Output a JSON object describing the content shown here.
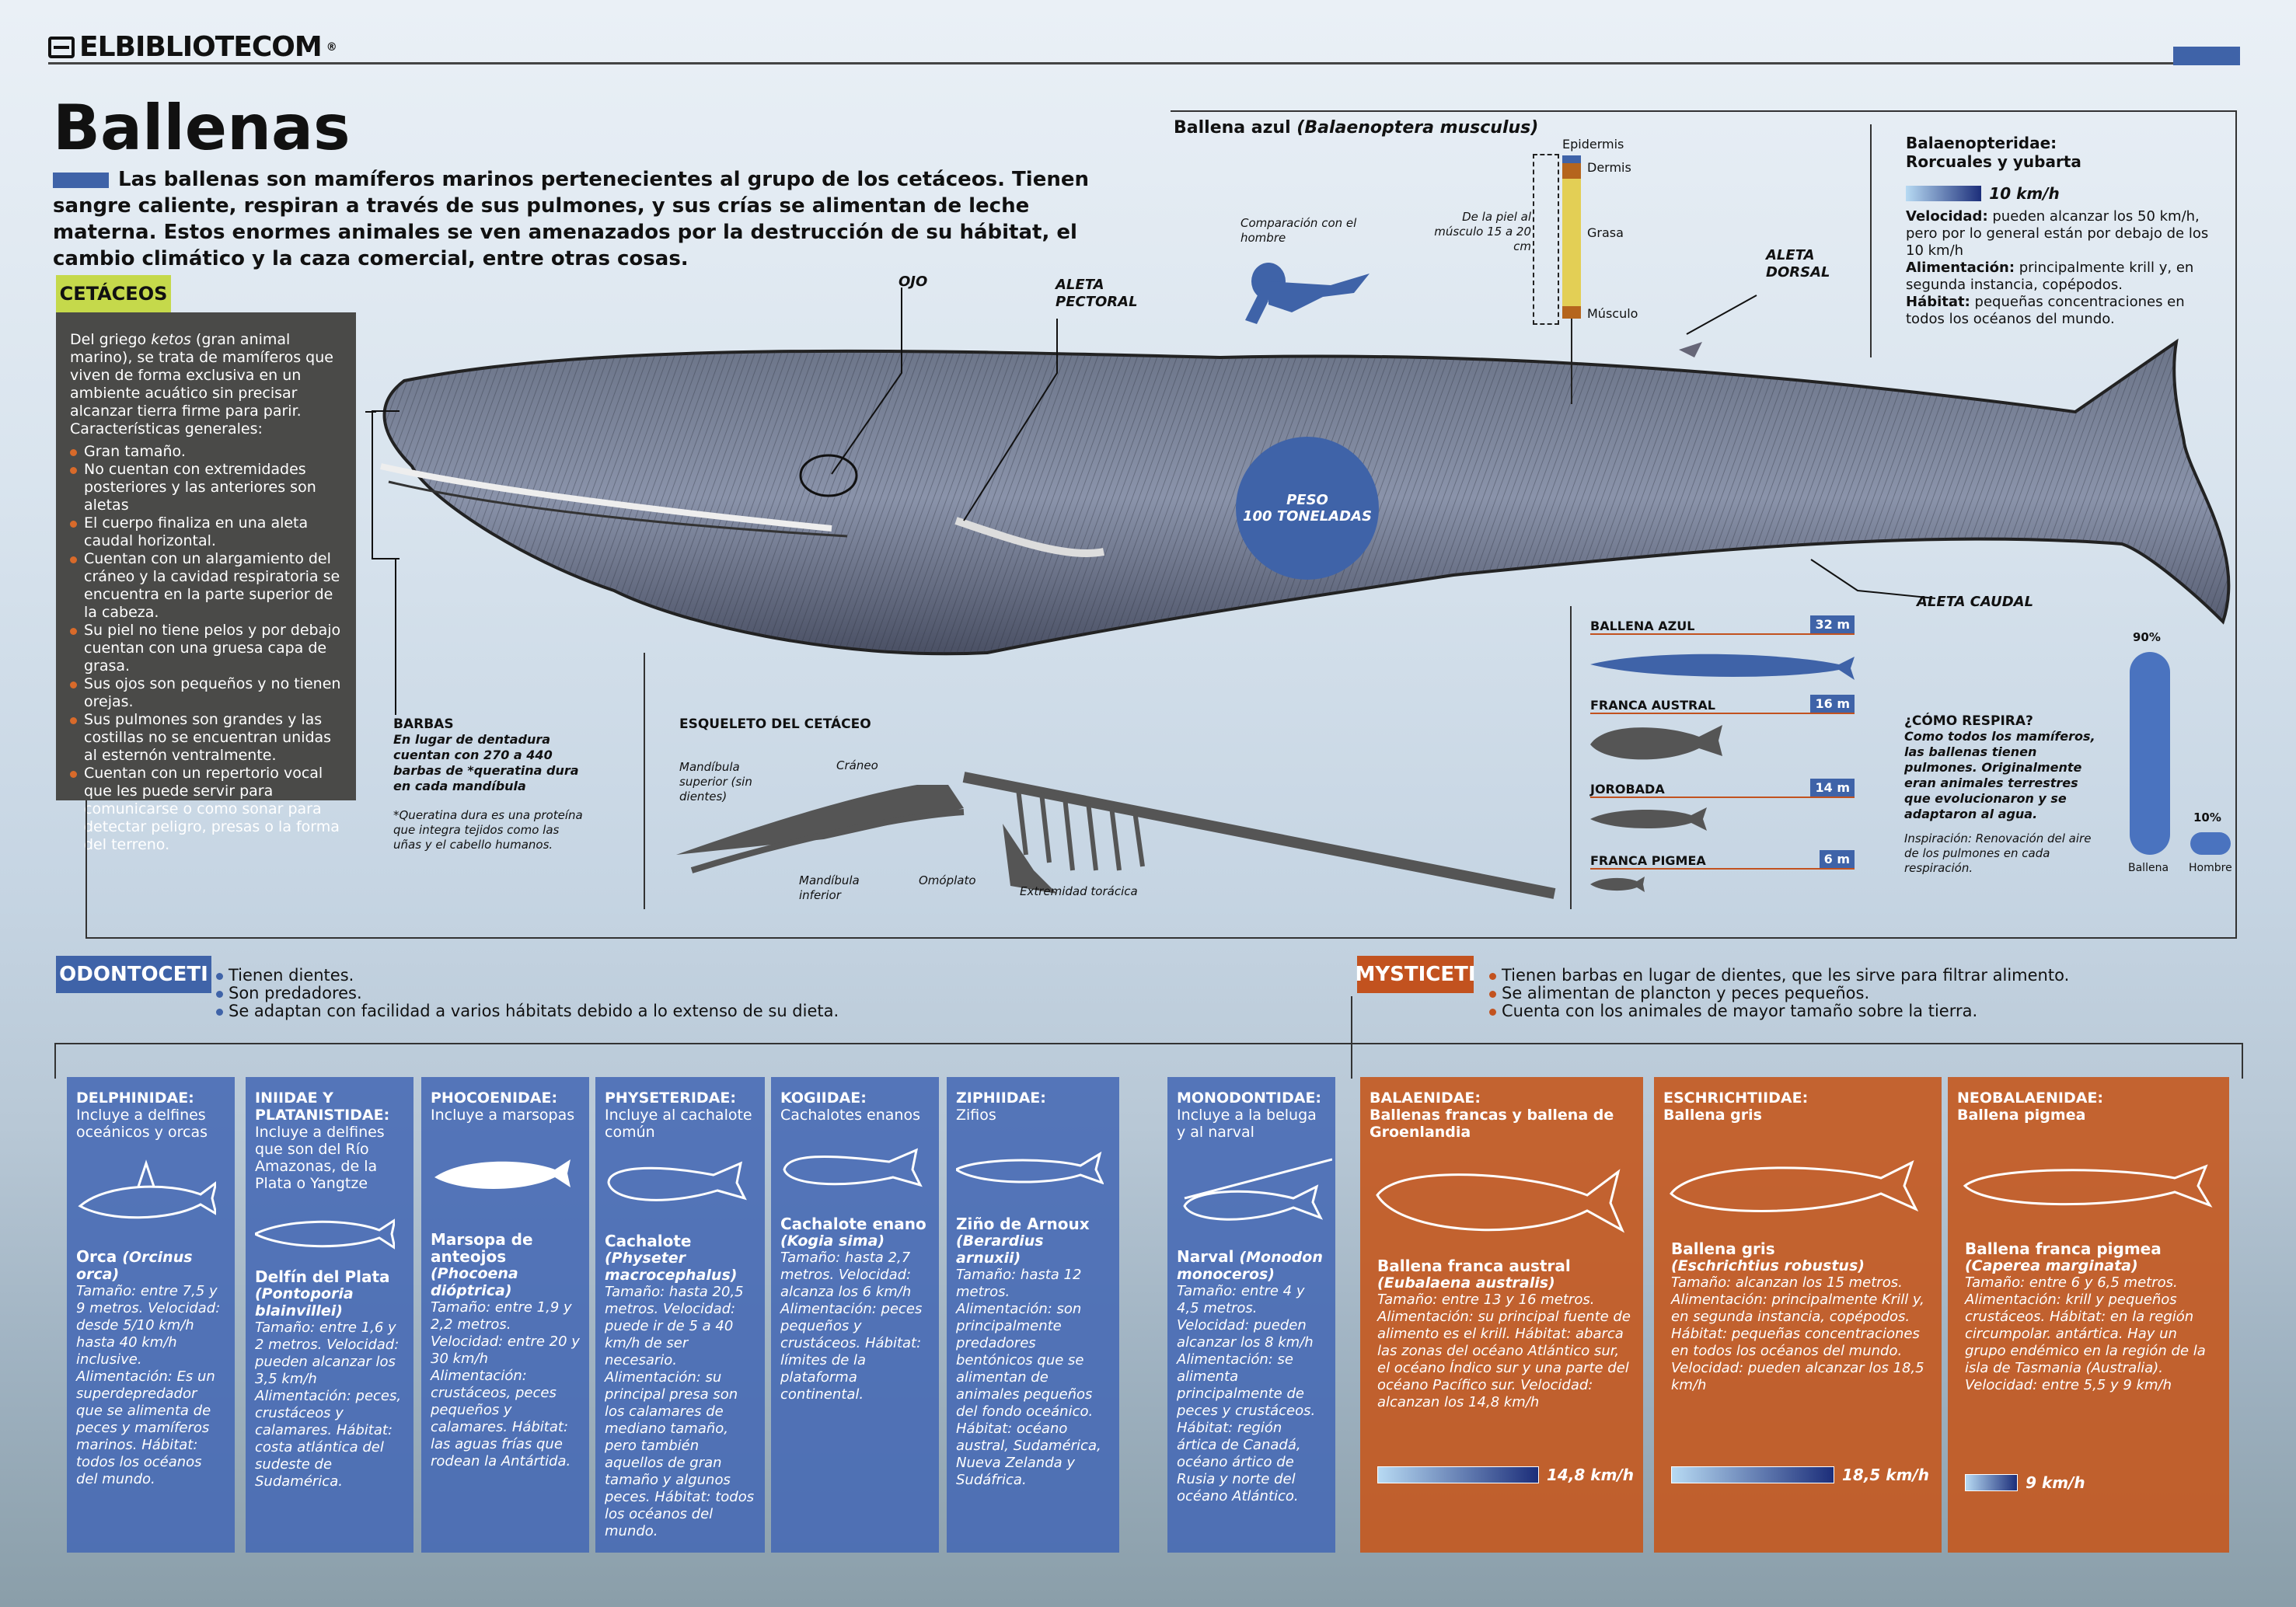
{
  "brand": "ELBIBLIOTECOM",
  "brand_mark": "®",
  "title": "Ballenas",
  "intro": "Las ballenas son mamíferos marinos pertenecientes al grupo de los cetáceos. Tienen sangre caliente, respiran a través de sus pulmones, y sus crías se alimentan de leche materna. Estos enormes animales se ven amenazados por la destrucción de su hábitat, el cambio climático y la caza comercial, entre otras cosas.",
  "cetaceos": {
    "tag": "CETÁCEOS",
    "text_1": "Del griego ",
    "text_ketos": "ketos",
    "text_2": " (gran animal marino), se trata de mamíferos que viven de forma exclusiva en un ambiente acuático sin precisar alcanzar tierra firme para parir. Características generales:",
    "items": [
      "Gran tamaño.",
      "No cuentan con extremidades posteriores y las anteriores son aletas",
      "El cuerpo finaliza en una aleta caudal horizontal.",
      "Cuentan con un alargamiento del cráneo y la cavidad respiratoria se encuentra en la parte superior de la cabeza.",
      "Su piel no tiene pelos y por debajo cuentan con una gruesa capa de grasa.",
      "Sus ojos son pequeños y no tienen orejas.",
      "Sus pulmones son grandes y las costillas no se encuentran unidas al esternón ventralmente.",
      "Cuentan con un repertorio vocal que les puede servir para comunicarse o como sonar para detectar peligro, presas o la forma del terreno."
    ]
  },
  "blue_whale": {
    "heading": "Ballena azul ",
    "heading_sci": "(Balaenoptera musculus)",
    "ojo": "OJO",
    "aleta_pectoral": "ALETA PECTORAL",
    "aleta_dorsal": "ALETA DORSAL",
    "aleta_caudal": "ALETA CAUDAL",
    "peso": "PESO",
    "peso_val": "100 TONELADAS",
    "comparacion": "Comparación con el hombre",
    "piel_label": "De la piel al músculo 15 a 20 cm",
    "layers": [
      "Epidermis",
      "Dermis",
      "Grasa",
      "Músculo"
    ],
    "barbas_title": "BARBAS",
    "barbas_text": "En lugar de dentadura cuentan con 270 a 440 barbas de *queratina dura en cada mandíbula",
    "barbas_note": "*Queratina dura es una proteína que integra tejidos como las uñas y el cabello humanos."
  },
  "skeleton": {
    "title": "ESQUELETO DEL CETÁCEO",
    "labels": [
      "Mandíbula superior (sin dientes)",
      "Cráneo",
      "Mandíbula inferior",
      "Omóplato",
      "Extremidad torácica"
    ]
  },
  "sizes": [
    {
      "name": "BALLENA AZUL",
      "m": "32 m"
    },
    {
      "name": "FRANCA AUSTRAL",
      "m": "16 m"
    },
    {
      "name": "JOROBADA",
      "m": "14 m"
    },
    {
      "name": "FRANCA PIGMEA",
      "m": "6 m"
    }
  ],
  "respira": {
    "title": "¿CÓMO RESPIRA?",
    "text": "Como todos los mamíferos, las ballenas tienen pulmones. Originalmente eran animales terrestres que evolucionaron y se adaptaron al agua.",
    "insp": "Inspiración: Renovación del aire de los pulmones en cada respiración.",
    "ballena_pct": "90%",
    "hombre_pct": "10%",
    "ballena": "Ballena",
    "hombre": "Hombre",
    "chart_data": {
      "type": "bar",
      "categories": [
        "Ballena",
        "Hombre"
      ],
      "values": [
        90,
        10
      ]
    }
  },
  "balaenopteridae": {
    "title": "Balaenopteridae:",
    "sub": "Rorcuales y yubarta",
    "speed": "10 km/h",
    "speed_kmh": 10,
    "vel_l": "Velocidad:",
    "vel": " pueden alcanzar los 50 km/h, pero por lo general están por debajo de los 10 km/h",
    "ali_l": "Alimentación:",
    "ali": " principalmente krill y, en segunda instancia, copépodos.",
    "hab_l": "Hábitat:",
    "hab": " pequeñas concentraciones en todos los océanos del mundo."
  },
  "odontoceti": {
    "tag": "ODONTOCETI",
    "items": [
      "Tienen dientes.",
      "Son predadores.",
      "Se adaptan con facilidad a varios hábitats debido a lo extenso de su dieta."
    ]
  },
  "mysticeti": {
    "tag": "MYSTICETI",
    "items": [
      "Tienen barbas en lugar de dientes, que les sirve para filtrar alimento.",
      "Se alimentan de plancton y peces pequeños.",
      "Cuenta con los animales de mayor tamaño sobre la tierra."
    ]
  },
  "cards": [
    {
      "h": "DELPHINIDAE:",
      "d": "Incluye a delfines oceánicos y orcas",
      "n": "Orca ",
      "s": "(Orcinus orca)",
      "t": "Tamaño: entre 7,5 y 9 metros. Velocidad: desde 5/10 km/h hasta 40 km/h inclusive. Alimentación: Es un superdepredador que se alimenta de peces y mamíferos marinos. Hábitat: todos los océanos del mundo."
    },
    {
      "h": "INIIDAE Y PLATANISTIDAE:",
      "d": "Incluye a delfines que son del Río Amazonas, de la Plata o Yangtze",
      "n": "Delfín del Plata ",
      "s": "(Pontoporia blainvillei)",
      "t": "Tamaño: entre 1,6 y 2 metros. Velocidad: pueden alcanzar los 3,5 km/h Alimentación: peces, crustáceos y calamares. Hábitat: costa atlántica del sudeste de Sudamérica."
    },
    {
      "h": "PHOCOENIDAE:",
      "d": "Incluye a marsopas",
      "n": "Marsopa de anteojos ",
      "s": "(Phocoena dióptrica)",
      "t": "Tamaño: entre 1,9 y 2,2 metros. Velocidad: entre 20 y 30 km/h Alimentación: crustáceos, peces pequeños y calamares. Hábitat: las aguas frías que rodean la Antártida."
    },
    {
      "h": "PHYSETERIDAE:",
      "d": "Incluye al cachalote común",
      "n": "Cachalote ",
      "s": "(Physeter macrocephalus)",
      "t": "Tamaño: hasta 20,5 metros. Velocidad: puede ir de 5 a 40 km/h de ser necesario. Alimentación: su principal presa son los calamares de mediano tamaño, pero también aquellos de gran tamaño y algunos peces. Hábitat: todos los océanos del mundo."
    },
    {
      "h": "KOGIIDAE:",
      "d": "Cachalotes enanos",
      "n": "Cachalote enano ",
      "s": "(Kogia sima)",
      "t": "Tamaño: hasta 2,7 metros. Velocidad: alcanza los 6 km/h Alimentación: peces pequeños y crustáceos. Hábitat: límites de la plataforma continental."
    },
    {
      "h": "ZIPHIIDAE:",
      "d": "Zifios",
      "n": "Ziño de Arnoux ",
      "s": "(Berardius arnuxii)",
      "t": "Tamaño: hasta 12 metros. Alimentación: son principalmente predadores bentónicos que se alimentan de animales pequeños del fondo oceánico. Hábitat: océano austral, Sudamérica, Nueva Zelanda y Sudáfrica."
    },
    {
      "h": "MONODONTIDAE:",
      "d": "Incluye a la beluga y al narval",
      "n": "Narval ",
      "s": "(Monodon monoceros)",
      "t": "Tamaño: entre 4 y 4,5 metros. Velocidad: pueden alcanzar los 8 km/h Alimentación: se alimenta principalmente de peces y crustáceos. Hábitat: región ártica de Canadá, océano ártico de Rusia y norte del océano Atlántico."
    }
  ],
  "orange_cards": [
    {
      "h": "BALAENIDAE:",
      "d": "Ballenas francas y ballena de Groenlandia",
      "n": "Ballena franca austral",
      "s": "(Eubalaena australis)",
      "t": "Tamaño: entre 13 y 16 metros. Alimentación: su principal fuente de alimento es el krill. Hábitat: abarca las zonas del océano Atlántico sur, el océano Índico sur y una parte del océano Pacífico sur. Velocidad: alcanzan los 14,8 km/h",
      "speed": "14,8 km/h",
      "speed_kmh": 14.8
    },
    {
      "h": "ESCHRICHTIIDAE:",
      "d": "Ballena gris",
      "n": "Ballena gris",
      "s": "(Eschrichtius robustus)",
      "t": "Tamaño: alcanzan los 15 metros. Alimentación: principalmente Krill y, en segunda instancia, copépodos. Hábitat: pequeñas concentraciones en todos los océanos del mundo. Velocidad: pueden alcanzar los 18,5 km/h",
      "speed": "18,5 km/h",
      "speed_kmh": 18.5
    },
    {
      "h": "NEOBALAENIDAE:",
      "d": "Ballena pigmea",
      "n": "Ballena franca pigmea",
      "s": "(Caperea marginata)",
      "t": "Tamaño: entre 6 y 6,5 metros. Alimentación: krill y pequeños crustáceos. Hábitat: en la región circumpolar. antártica. Hay un grupo endémico en la región de la isla de Tasmania (Australia). Velocidad: entre 5,5 y 9 km/h",
      "speed": "9 km/h",
      "speed_kmh": 9
    }
  ],
  "colors": {
    "blue": "#3f63a8",
    "orange": "#c2521f",
    "lime": "#c5d94b",
    "gray": "#4a4a48"
  }
}
